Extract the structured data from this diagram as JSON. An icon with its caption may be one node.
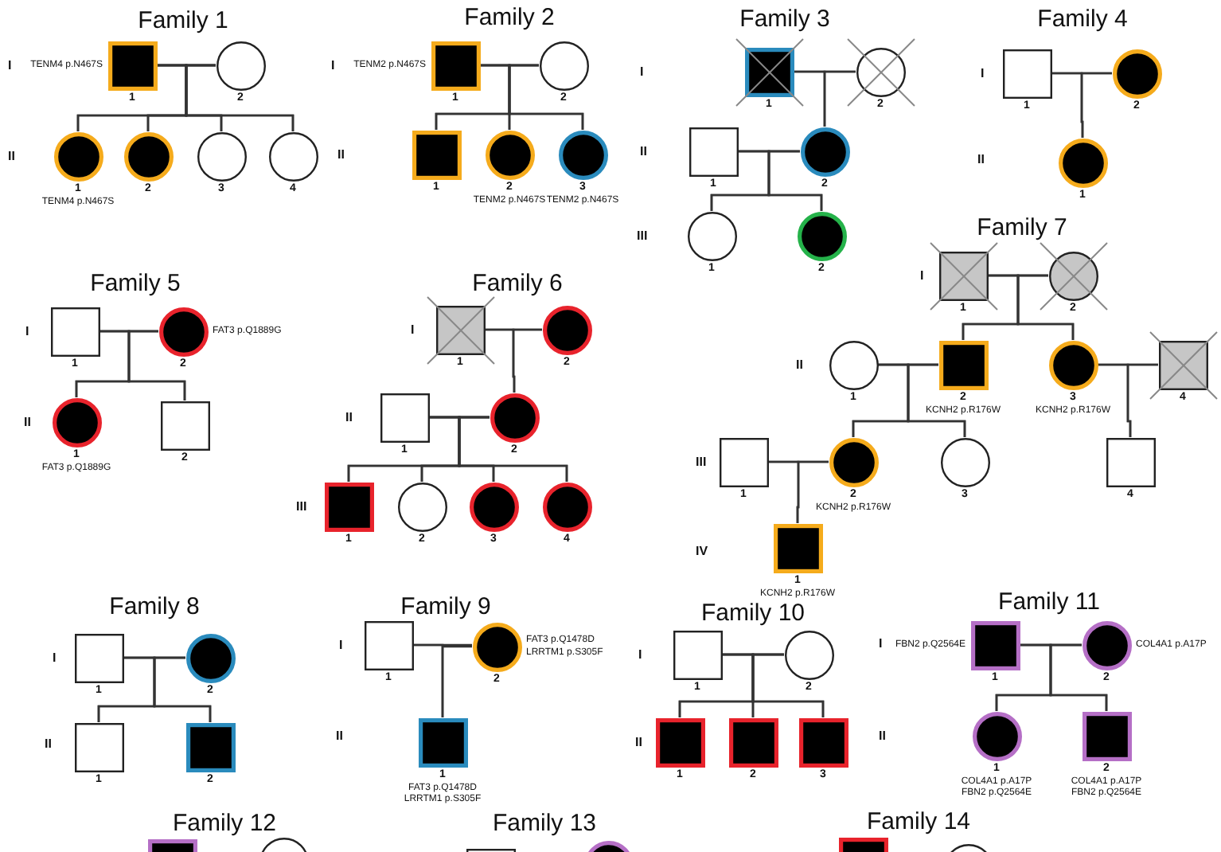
{
  "diagram": {
    "nodes": [
      {
        "text": [
          "1"
        ],
        "beside": [
          "TENM4 p.N467S"
        ]
      },
      {
        "text": [
          "2"
        ]
      },
      {
        "text": [
          "1"
        ],
        "beside": [
          "TENM4 p.N467S"
        ]
      },
      {
        "text": [
          "2"
        ]
      },
      {
        "text": [
          "3"
        ]
      },
      {
        "text": [
          "4"
        ]
      },
      {
        "text": [
          "1"
        ],
        "beside": [
          "TENM2 p.N467S"
        ]
      },
      {
        "text": [
          "2"
        ]
      },
      {
        "text": [
          "1"
        ]
      },
      {
        "text": [
          "2"
        ],
        "beside": [
          "TENM2 p.N467S"
        ]
      },
      {
        "text": [
          "3"
        ],
        "beside": [
          "TENM2 p.N467S"
        ]
      },
      {
        "text": [
          "1"
        ]
      },
      {
        "text": [
          "2"
        ]
      },
      {
        "text": [
          "1"
        ]
      },
      {
        "text": [
          "2"
        ]
      },
      {
        "text": [
          "1"
        ]
      },
      {
        "text": [
          "2"
        ]
      },
      {
        "text": [
          "1"
        ]
      },
      {
        "text": [
          "2"
        ]
      },
      {
        "text": [
          "1"
        ]
      },
      {
        "text": [
          "1"
        ]
      },
      {
        "text": [
          "2"
        ],
        "beside": [
          "FAT3 p.Q1889G"
        ]
      },
      {
        "text": [
          "1"
        ],
        "beside": [
          "FAT3 p.Q1889G"
        ]
      },
      {
        "text": [
          "2"
        ]
      },
      {
        "text": [
          "1"
        ]
      },
      {
        "text": [
          "2"
        ]
      },
      {
        "text": [
          "1"
        ]
      },
      {
        "text": [
          "2"
        ]
      },
      {
        "text": [
          "1"
        ]
      },
      {
        "text": [
          "2"
        ]
      },
      {
        "text": [
          "3"
        ]
      },
      {
        "text": [
          "4"
        ]
      },
      {
        "text": [
          "1"
        ]
      },
      {
        "text": [
          "2"
        ]
      },
      {
        "text": [
          "1"
        ]
      },
      {
        "text": [
          "2"
        ],
        "beside": [
          "KCNH2 p.R176W"
        ]
      },
      {
        "text": [
          "3"
        ],
        "beside": [
          "KCNH2 p.R176W"
        ]
      },
      {
        "text": [
          "4"
        ]
      },
      {
        "text": [
          "1"
        ]
      },
      {
        "text": [
          "2"
        ],
        "beside": [
          "KCNH2 p.R176W"
        ]
      },
      {
        "text": [
          "3"
        ]
      },
      {
        "text": [
          "4"
        ]
      },
      {
        "text": [
          "1"
        ],
        "beside": [
          "KCNH2 p.R176W"
        ]
      },
      {
        "text": [
          "1"
        ]
      },
      {
        "text": [
          "2"
        ]
      },
      {
        "text": [
          "1"
        ]
      },
      {
        "text": [
          "2"
        ]
      },
      {
        "text": [
          "1"
        ]
      },
      {
        "text": [
          "2"
        ],
        "beside": [
          "FAT3 p.Q1478D",
          "LRRTM1 p.S305F"
        ]
      },
      {
        "text": [
          "1"
        ],
        "beside": [
          "FAT3 p.Q1478D",
          "LRRTM1 p.S305F"
        ]
      },
      {
        "text": [
          "1"
        ]
      },
      {
        "text": [
          "2"
        ]
      },
      {
        "text": [
          "1"
        ]
      },
      {
        "text": [
          "2"
        ]
      },
      {
        "text": [
          "3"
        ]
      },
      {
        "text": [
          "1"
        ],
        "beside": [
          "FBN2 p.Q2564E"
        ]
      },
      {
        "text": [
          "2"
        ],
        "beside": [
          "COL4A1 p.A17P"
        ]
      },
      {
        "text": [
          "1"
        ],
        "beside": [
          "COL4A1 p.A17P",
          "FBN2 p.Q2564E"
        ]
      },
      {
        "text": [
          "2"
        ],
        "beside": [
          "COL4A1 p.A17P",
          "FBN2 p.Q2564E"
        ]
      },
      {
        "text": [],
        "shape": "box"
      },
      {
        "text": [],
        "shape": "circle"
      },
      {
        "text": [],
        "shape": "box"
      },
      {
        "text": [],
        "shape": "circle"
      },
      {
        "text": [],
        "shape": "box"
      },
      {
        "text": [],
        "shape": "circle"
      }
    ],
    "edges": [
      {
        "from": 0,
        "to": 1,
        "arrow": "none"
      },
      {
        "from": 0,
        "to": 2,
        "arrow": "none"
      },
      {
        "from": 1,
        "to": 2,
        "arrow": "none"
      },
      {
        "from": 0,
        "to": 3,
        "arrow": "none"
      },
      {
        "from": 1,
        "to": 3,
        "arrow": "none"
      },
      {
        "from": 0,
        "to": 4,
        "arrow": "none"
      },
      {
        "from": 1,
        "to": 4,
        "arrow": "none"
      },
      {
        "from": 0,
        "to": 5,
        "arrow": "none"
      },
      {
        "from": 1,
        "to": 5,
        "arrow": "none"
      },
      {
        "from": 6,
        "to": 7,
        "arrow": "none"
      },
      {
        "from": 6,
        "to": 8,
        "arrow": "none"
      },
      {
        "from": 7,
        "to": 8,
        "arrow": "none"
      },
      {
        "from": 6,
        "to": 9,
        "arrow": "none"
      },
      {
        "from": 7,
        "to": 9,
        "arrow": "none"
      },
      {
        "from": 6,
        "to": 10,
        "arrow": "none"
      },
      {
        "from": 7,
        "to": 10,
        "arrow": "none"
      },
      {
        "from": 11,
        "to": 12,
        "arrow": "none"
      },
      {
        "from": 11,
        "to": 14,
        "arrow": "none"
      },
      {
        "from": 12,
        "to": 14,
        "arrow": "none"
      },
      {
        "from": 13,
        "to": 14,
        "arrow": "none"
      },
      {
        "from": 13,
        "to": 15,
        "arrow": "none"
      },
      {
        "from": 14,
        "to": 15,
        "arrow": "none"
      },
      {
        "from": 13,
        "to": 16,
        "arrow": "none"
      },
      {
        "from": 14,
        "to": 16,
        "arrow": "none"
      },
      {
        "from": 17,
        "to": 18,
        "arrow": "none"
      },
      {
        "from": 17,
        "to": 19,
        "arrow": "none"
      },
      {
        "from": 18,
        "to": 19,
        "arrow": "none"
      },
      {
        "from": 20,
        "to": 21,
        "arrow": "none"
      },
      {
        "from": 20,
        "to": 22,
        "arrow": "none"
      },
      {
        "from": 21,
        "to": 22,
        "arrow": "none"
      },
      {
        "from": 20,
        "to": 23,
        "arrow": "none"
      },
      {
        "from": 21,
        "to": 23,
        "arrow": "none"
      },
      {
        "from": 24,
        "to": 25,
        "arrow": "none"
      },
      {
        "from": 24,
        "to": 27,
        "arrow": "none"
      },
      {
        "from": 25,
        "to": 27,
        "arrow": "none"
      },
      {
        "from": 26,
        "to": 27,
        "arrow": "none"
      },
      {
        "from": 26,
        "to": 28,
        "arrow": "none"
      },
      {
        "from": 27,
        "to": 28,
        "arrow": "none"
      },
      {
        "from": 26,
        "to": 29,
        "arrow": "none"
      },
      {
        "from": 27,
        "to": 29,
        "arrow": "none"
      },
      {
        "from": 26,
        "to": 30,
        "arrow": "none"
      },
      {
        "from": 27,
        "to": 30,
        "arrow": "none"
      },
      {
        "from": 26,
        "to": 31,
        "arrow": "none"
      },
      {
        "from": 27,
        "to": 31,
        "arrow": "none"
      },
      {
        "from": 32,
        "to": 33,
        "arrow": "none"
      },
      {
        "from": 32,
        "to": 35,
        "arrow": "none"
      },
      {
        "from": 33,
        "to": 35,
        "arrow": "none"
      },
      {
        "from": 32,
        "to": 36,
        "arrow": "none"
      },
      {
        "from": 33,
        "to": 36,
        "arrow": "none"
      },
      {
        "from": 34,
        "to": 35,
        "arrow": "none"
      },
      {
        "from": 34,
        "to": 39,
        "arrow": "none"
      },
      {
        "from": 35,
        "to": 39,
        "arrow": "none"
      },
      {
        "from": 34,
        "to": 40,
        "arrow": "none"
      },
      {
        "from": 35,
        "to": 40,
        "arrow": "none"
      },
      {
        "from": 36,
        "to": 37,
        "arrow": "none"
      },
      {
        "from": 36,
        "to": 41,
        "arrow": "none"
      },
      {
        "from": 37,
        "to": 41,
        "arrow": "none"
      },
      {
        "from": 38,
        "to": 39,
        "arrow": "none"
      },
      {
        "from": 38,
        "to": 42,
        "arrow": "none"
      },
      {
        "from": 39,
        "to": 42,
        "arrow": "none"
      },
      {
        "from": 43,
        "to": 44,
        "arrow": "none"
      },
      {
        "from": 43,
        "to": 45,
        "arrow": "none"
      },
      {
        "from": 44,
        "to": 45,
        "arrow": "none"
      },
      {
        "from": 43,
        "to": 46,
        "arrow": "none"
      },
      {
        "from": 44,
        "to": 46,
        "arrow": "none"
      },
      {
        "from": 47,
        "to": 48,
        "arrow": "none"
      },
      {
        "from": 47,
        "to": 49,
        "arrow": "none"
      },
      {
        "from": 48,
        "to": 49,
        "arrow": "none"
      },
      {
        "from": 50,
        "to": 51,
        "arrow": "none"
      },
      {
        "from": 50,
        "to": 52,
        "arrow": "none"
      },
      {
        "from": 51,
        "to": 52,
        "arrow": "none"
      },
      {
        "from": 50,
        "to": 53,
        "arrow": "none"
      },
      {
        "from": 51,
        "to": 53,
        "arrow": "none"
      },
      {
        "from": 50,
        "to": 54,
        "arrow": "none"
      },
      {
        "from": 51,
        "to": 54,
        "arrow": "none"
      },
      {
        "from": 55,
        "to": 56,
        "arrow": "none"
      },
      {
        "from": 55,
        "to": 57,
        "arrow": "none"
      },
      {
        "from": 56,
        "to": 57,
        "arrow": "none"
      },
      {
        "from": 55,
        "to": 58,
        "arrow": "none"
      },
      {
        "from": 56,
        "to": 58,
        "arrow": "none"
      }
    ],
    "labels": [
      "Family 1",
      "I",
      "II",
      "Family 2",
      "I",
      "II",
      "Family 3",
      "I",
      "II",
      "III",
      "Family 4",
      "I",
      "II",
      "Family 5",
      "I",
      "II",
      "Family 6",
      "I",
      "II",
      "III",
      "Family 7",
      "I",
      "II",
      "III",
      "IV",
      "Family 8",
      "I",
      "II",
      "Family 9",
      "I",
      "II",
      "Family 10",
      "I",
      "II",
      "Family 11",
      "I",
      "II",
      "Family 12",
      "Family 13",
      "Family 14"
    ]
  }
}
